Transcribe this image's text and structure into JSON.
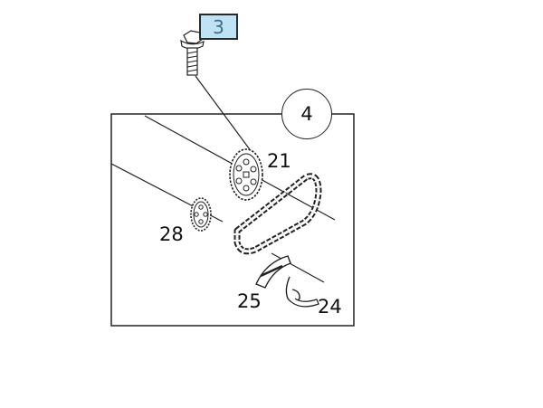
{
  "assembly": {
    "ref_badge": "3",
    "group_label": "4"
  },
  "callouts": {
    "sprocket_large": "21",
    "sprocket_small": "28",
    "chain_guide": "25",
    "spring_clip": "24"
  },
  "colors": {
    "badge_fill": "#bfe3f5",
    "badge_text": "#3b6e88",
    "line": "#222222"
  }
}
